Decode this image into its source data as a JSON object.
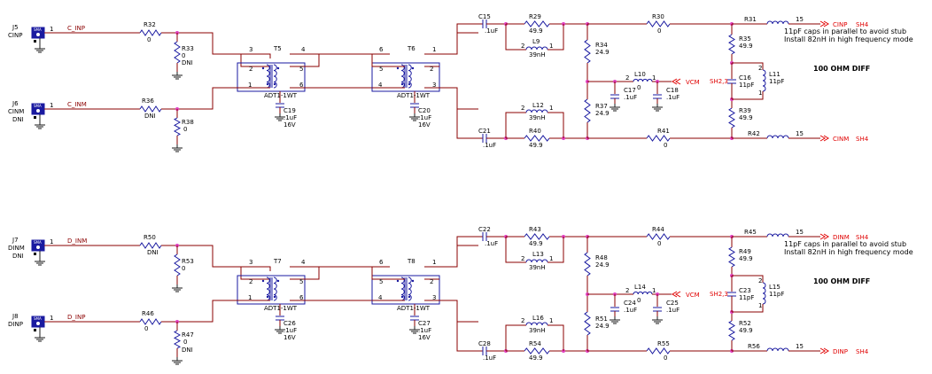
{
  "sections": [
    {
      "connectors": [
        {
          "ref": "J5",
          "name": "CINP",
          "pin": "1"
        },
        {
          "ref": "J6",
          "name": "CINM",
          "dni": "DNI",
          "pin": "1"
        }
      ],
      "nets": [
        "C_INP",
        "C_INM"
      ],
      "parts": {
        "ra": [
          "R32",
          "0"
        ],
        "rb": [
          "R36",
          "DNI"
        ],
        "rc": [
          "R33",
          "0",
          "DNI"
        ],
        "rd": [
          "R38",
          "0"
        ],
        "t1": [
          "T5",
          "ADT1-1WT"
        ],
        "t2": [
          "T6",
          "ADT1-1WT"
        ],
        "ct1": [
          "C19",
          ".1uF",
          "16V"
        ],
        "ct2": [
          "C20",
          ".1uF",
          "16V"
        ],
        "ctop": [
          "C15",
          ".1uF"
        ],
        "cbot": [
          "C21",
          ".1uF"
        ],
        "rtop": [
          "R29",
          "49.9"
        ],
        "ltop": [
          "L9",
          "39nH"
        ],
        "lbot": [
          "L12",
          "39nH"
        ],
        "rbot": [
          "R40",
          "49.9"
        ],
        "rsh1": [
          "R34",
          "24.9"
        ],
        "rsh2": [
          "R37",
          "24.9"
        ],
        "lmid": [
          "L10",
          "0"
        ],
        "cm1": [
          "C17",
          ".1uF"
        ],
        "cm2": [
          "C18",
          ".1uF"
        ],
        "rs1": [
          "R30",
          "0"
        ],
        "rs2": [
          "R41",
          "0"
        ],
        "rout1": "R31",
        "rout2": "R42",
        "rt1": [
          "R35",
          "49.9"
        ],
        "rt2": [
          "R39",
          "49.9"
        ],
        "cdiff": [
          "C16",
          "11pF"
        ],
        "ldiff": [
          "L11",
          "11pF"
        ],
        "sh": "SH2,3"
      },
      "outputs": [
        {
          "pin": "15",
          "net": "CINP",
          "sheet": "SH4"
        },
        {
          "pin": "15",
          "net": "CINM",
          "sheet": "SH4"
        }
      ],
      "vcm": "VCM",
      "note": [
        "11pF caps in parallel to avoid stub",
        "Install 82nH in high frequency mode"
      ],
      "diff": "100 OHM DIFF"
    },
    {
      "connectors": [
        {
          "ref": "J7",
          "name": "DINM",
          "dni": "DNI",
          "pin": "1"
        },
        {
          "ref": "J8",
          "name": "DINP",
          "pin": "1"
        }
      ],
      "nets": [
        "D_INM",
        "D_INP"
      ],
      "parts": {
        "ra": [
          "R50",
          "DNI"
        ],
        "rb": [
          "R46",
          "0"
        ],
        "rc": [
          "R53",
          "0"
        ],
        "rd": [
          "R47",
          "0",
          "DNI"
        ],
        "t1": [
          "T7",
          "ADT1-1WT"
        ],
        "t2": [
          "T8",
          "ADT1-1WT"
        ],
        "ct1": [
          "C26",
          ".1uF",
          "16V"
        ],
        "ct2": [
          "C27",
          ".1uF",
          "16V"
        ],
        "ctop": [
          "C22",
          ".1uF"
        ],
        "cbot": [
          "C28",
          ".1uF"
        ],
        "rtop": [
          "R43",
          "49.9"
        ],
        "ltop": [
          "L13",
          "39nH"
        ],
        "lbot": [
          "L16",
          "39nH"
        ],
        "rbot": [
          "R54",
          "49.9"
        ],
        "rsh1": [
          "R48",
          "24.9"
        ],
        "rsh2": [
          "R51",
          "24.9"
        ],
        "lmid": [
          "L14",
          "0"
        ],
        "cm1": [
          "C24",
          ".1uF"
        ],
        "cm2": [
          "C25",
          ".1uF"
        ],
        "rs1": [
          "R44",
          "0"
        ],
        "rs2": [
          "R55",
          "0"
        ],
        "rout1": "R45",
        "rout2": "R56",
        "rt1": [
          "R49",
          "49.9"
        ],
        "rt2": [
          "R52",
          "49.9"
        ],
        "cdiff": [
          "C23",
          "11pF"
        ],
        "ldiff": [
          "L15",
          "11pF"
        ],
        "sh": "SH2,3"
      },
      "outputs": [
        {
          "pin": "15",
          "net": "DINM",
          "sheet": "SH4"
        },
        {
          "pin": "15",
          "net": "DINP",
          "sheet": "SH4"
        }
      ],
      "vcm": "VCM",
      "note": [
        "11pF caps in parallel to avoid stub",
        "Install 82nH in high frequency mode"
      ],
      "diff": "100 OHM DIFF"
    }
  ],
  "pins": {
    "two": "2",
    "one": "1",
    "three": "3",
    "four": "4",
    "five": "5",
    "six": "6"
  },
  "sma": "SMA",
  "colors": {
    "wire": "#8b0000",
    "part": "#1a1aa0",
    "junction": "#e040c0",
    "flag": "#e00000"
  }
}
